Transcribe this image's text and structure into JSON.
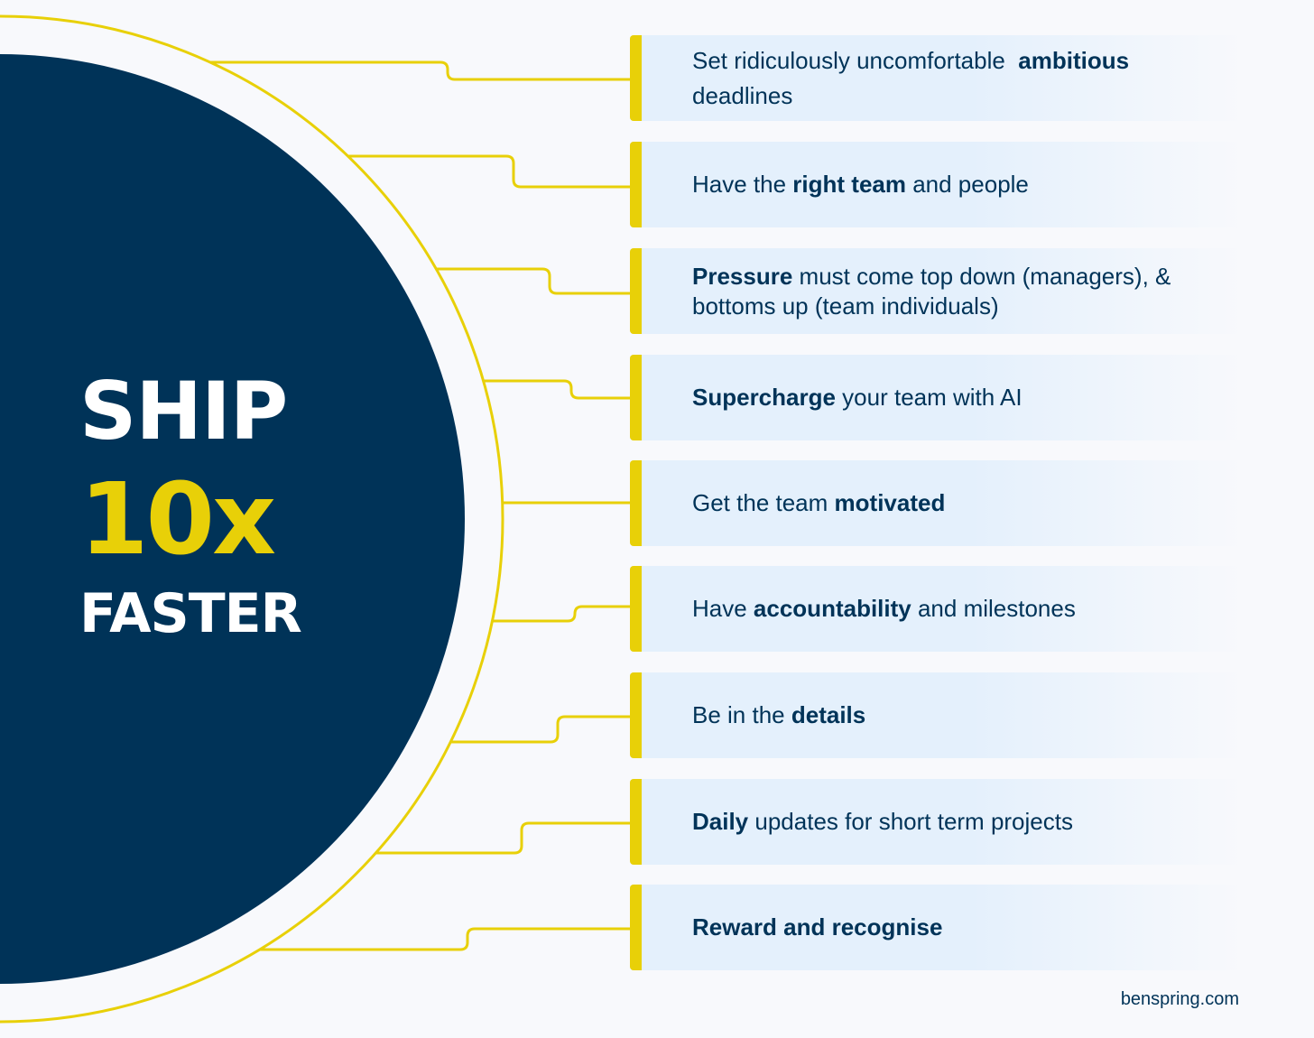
{
  "colors": {
    "navy": "#003358",
    "yellow": "#e8d008",
    "white": "#ffffff",
    "card_bg": "#e4f0fc",
    "page_bg": "#f8f9fc"
  },
  "headline": {
    "line1": "SHIP",
    "line2": "10x",
    "line3": "FASTER"
  },
  "cards": [
    {
      "text": [
        "Set ridiculously uncomfortable ",
        " ambitious ",
        "deadlines",
        ""
      ]
    },
    {
      "text": [
        "Have the ",
        "right team",
        " and people"
      ]
    },
    {
      "text": [
        "",
        "Pressure",
        " must come top down (managers), & bottoms up (team individuals)"
      ]
    },
    {
      "text": [
        "",
        "Supercharge",
        " your team with AI"
      ]
    },
    {
      "text": [
        "Get the team ",
        "motivated",
        ""
      ]
    },
    {
      "text": [
        "Have ",
        "accountability",
        " and milestones"
      ]
    },
    {
      "text": [
        "Be in the ",
        "details",
        ""
      ]
    },
    {
      "text": [
        "",
        "Daily",
        " updates for short term projects"
      ]
    },
    {
      "text": [
        "",
        "Reward and recognise",
        ""
      ]
    }
  ],
  "footer": {
    "credit": "benspring.com"
  }
}
